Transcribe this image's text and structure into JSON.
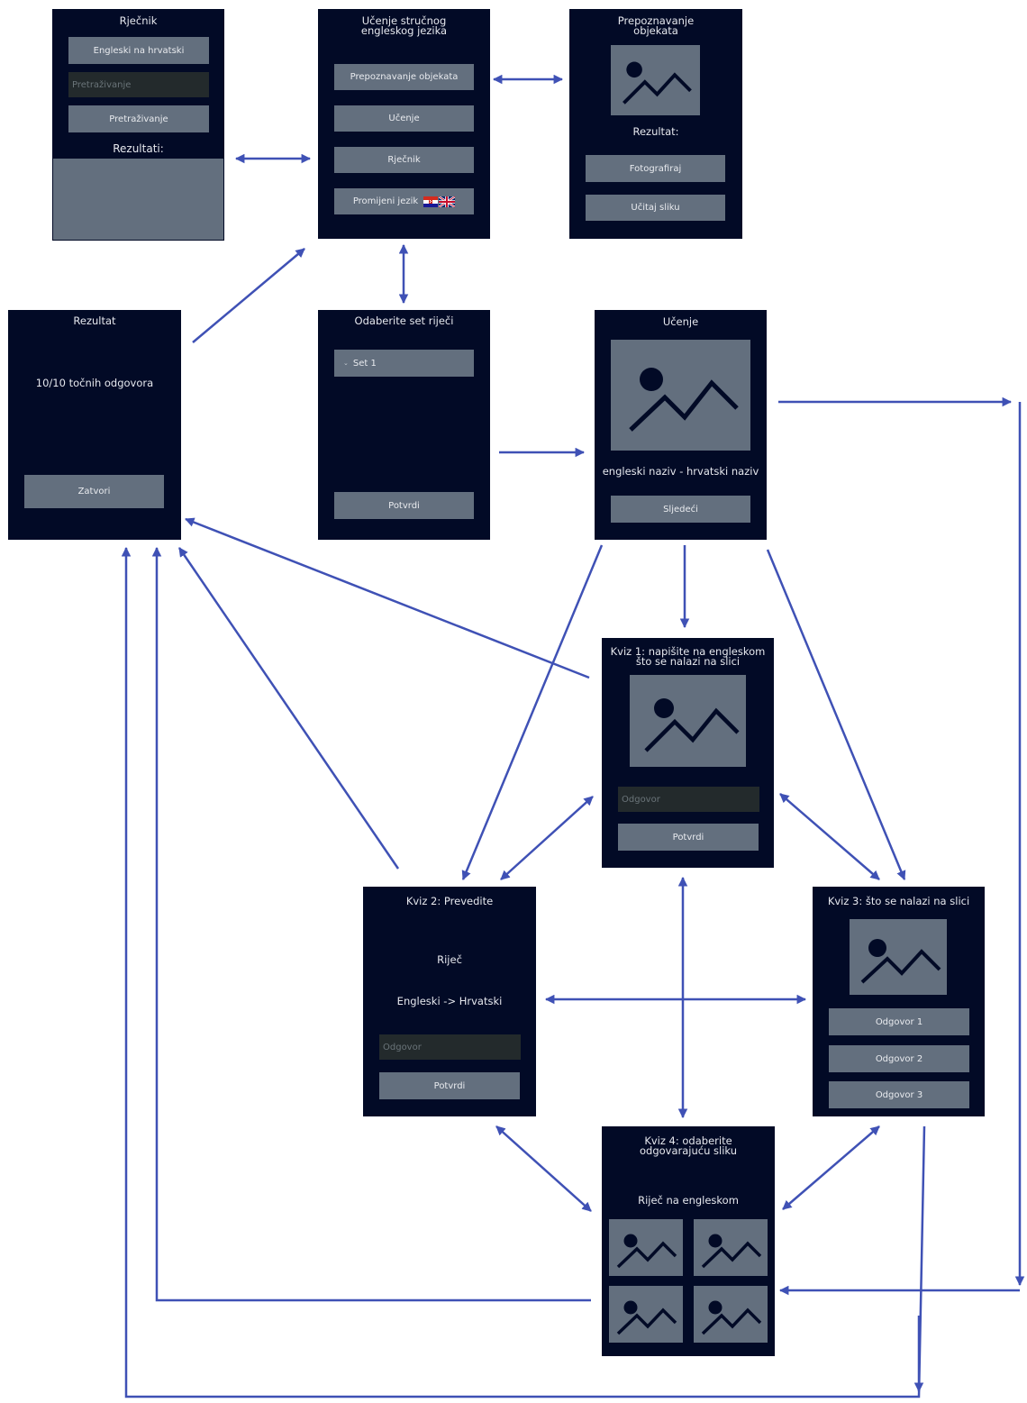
{
  "colors": {
    "screen_bg": "#020a26",
    "button_bg": "#636f7e",
    "input_bg": "#232a2c",
    "arrow": "#3f51b5"
  },
  "rjecnik": {
    "title": "Rječnik",
    "direction_button": "Engleski na hrvatski",
    "search_placeholder": "Pretraživanje",
    "search_button": "Pretraživanje",
    "results_label": "Rezultati:"
  },
  "main_menu": {
    "title_line1": "Učenje  stručnog",
    "title_line2": "engleskog jezika",
    "btn_recognition": "Prepoznavanje objekata",
    "btn_learning": "Učenje",
    "btn_dictionary": "Rječnik",
    "btn_language": "Promijeni jezik",
    "flag_icons": [
      "croatia-flag-icon",
      "uk-flag-icon"
    ]
  },
  "recognition": {
    "title_line1": "Prepoznavanje",
    "title_line2": "objekata",
    "result_label": "Rezultat:",
    "btn_photo": "Fotografiraj",
    "btn_load": "Učitaj sliku"
  },
  "result": {
    "title": "Rezultat",
    "score": "10/10 točnih odgovora",
    "btn_close": "Zatvori"
  },
  "word_set": {
    "title": "Odaberite set riječi",
    "set_item": "Set 1",
    "btn_confirm": "Potvrdi"
  },
  "learning": {
    "title": "Učenje",
    "caption": "engleski naziv - hrvatski naziv",
    "btn_next": "Sljedeći"
  },
  "quiz1": {
    "title_line1": "Kviz 1: napišite na engleskom",
    "title_line2": "što se nalazi na slici",
    "answer_placeholder": "Odgovor",
    "btn_confirm": "Potvrdi"
  },
  "quiz2": {
    "title": "Kviz 2: Prevedite",
    "word": "Riječ",
    "direction": "Engleski -> Hrvatski",
    "answer_placeholder": "Odgovor",
    "btn_confirm": "Potvrdi"
  },
  "quiz3": {
    "title": "Kviz 3: što se nalazi na slici",
    "answers": [
      "Odgovor 1",
      "Odgovor 2",
      "Odgovor 3"
    ]
  },
  "quiz4": {
    "title_line1": "Kviz 4: odaberite",
    "title_line2": "odgovarajuću sliku",
    "word": "Riječ na engleskom"
  }
}
